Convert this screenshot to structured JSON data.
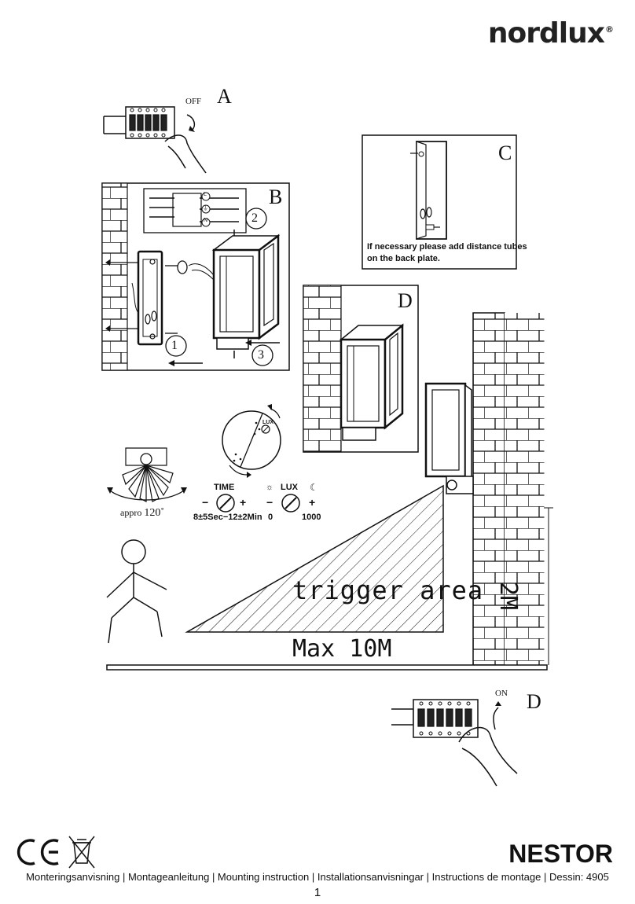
{
  "brand": {
    "logo_text": "nordlux",
    "registered_mark": "®"
  },
  "steps": {
    "a": {
      "letter": "A",
      "switch_label": "OFF"
    },
    "b": {
      "letter": "B",
      "num1": "1",
      "num2": "2",
      "num3": "3",
      "terminals": [
        "L",
        "⏚",
        "N"
      ]
    },
    "c": {
      "letter": "C",
      "note_line1": "If necessary please add distance tubes",
      "note_line2": "on the back plate."
    },
    "d": {
      "letter": "D"
    },
    "d2": {
      "letter": "D",
      "switch_label": "ON"
    }
  },
  "sensor": {
    "angle_prefix": "appro",
    "angle_value": "120˚",
    "dial_label": "LUX",
    "time": {
      "title": "TIME",
      "minus": "−",
      "plus": "+",
      "range": "8±5Sec−12±2Min"
    },
    "lux": {
      "title": "LUX",
      "minus": "−",
      "plus": "+",
      "min": "0",
      "max": "1000"
    }
  },
  "install": {
    "trigger_text": "trigger area",
    "max_text": "Max 10M",
    "height_text": "2M"
  },
  "footer": {
    "marks": [
      "CE",
      "WEEE"
    ],
    "product_name": "NESTOR",
    "instructions": "Monteringsanvisning | Montageanleitung | Mounting instruction | Installationsanvisningar | Instructions de montage | Dessin: 4905",
    "page_number": "1"
  }
}
